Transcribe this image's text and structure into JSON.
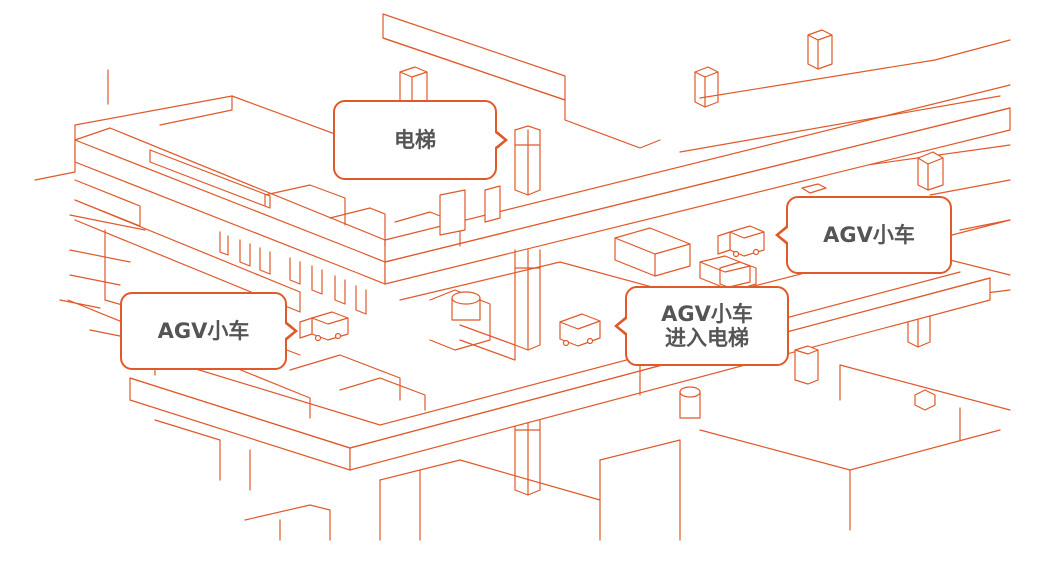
{
  "colors": {
    "line": "#e0592a",
    "text": "#555555",
    "background": "#ffffff"
  },
  "labels": {
    "elevator": "电梯",
    "agv_right": "AGV小车",
    "agv_left": "AGV小车",
    "agv_elevator_line1": "AGV小车",
    "agv_elevator_line2": "进入电梯"
  }
}
